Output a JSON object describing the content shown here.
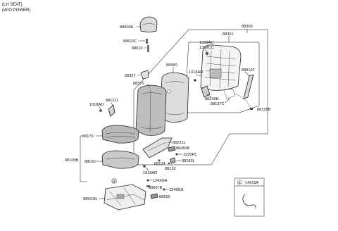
{
  "header": {
    "line1": "(LH SEAT)",
    "line2": "(W/O POWER)"
  },
  "colors": {
    "ink": "#222222",
    "part_fill": "#e9e9e9",
    "dark_fill": "#555555"
  },
  "labels": {
    "p88600A": "88600A",
    "p88610C": "88610C",
    "p88610": "88610",
    "p88300": "88300",
    "p88301": "88301",
    "p1338AC": "1338AC",
    "p1339CC": "1339CC",
    "p1018AD_r": "1018AD",
    "p88910T": "88910T",
    "p88350": "88350",
    "p88397": "88397",
    "p88370": "88370",
    "p88245H": "88245H",
    "p88137C": "88137C",
    "p88195B": "88195B",
    "p88121L": "88121L",
    "p1018AD_l": "1018AD",
    "p88170": "88170",
    "p88100B": "88100B",
    "p88150": "88150",
    "p88221L": "88221L",
    "p88450B": "88450B",
    "p1220FC": "1220FC",
    "p88183L": "88183L",
    "p88124": "88124",
    "p88132": "88132",
    "p1018AD_b": "1018AD",
    "p1249GA_a": "1249GA",
    "p1249GA_b": "1249GA",
    "p88667B": "88667B",
    "p88565": "88565",
    "p88501N": "88501N"
  },
  "callout": {
    "marker": "a",
    "part": "14915A"
  }
}
